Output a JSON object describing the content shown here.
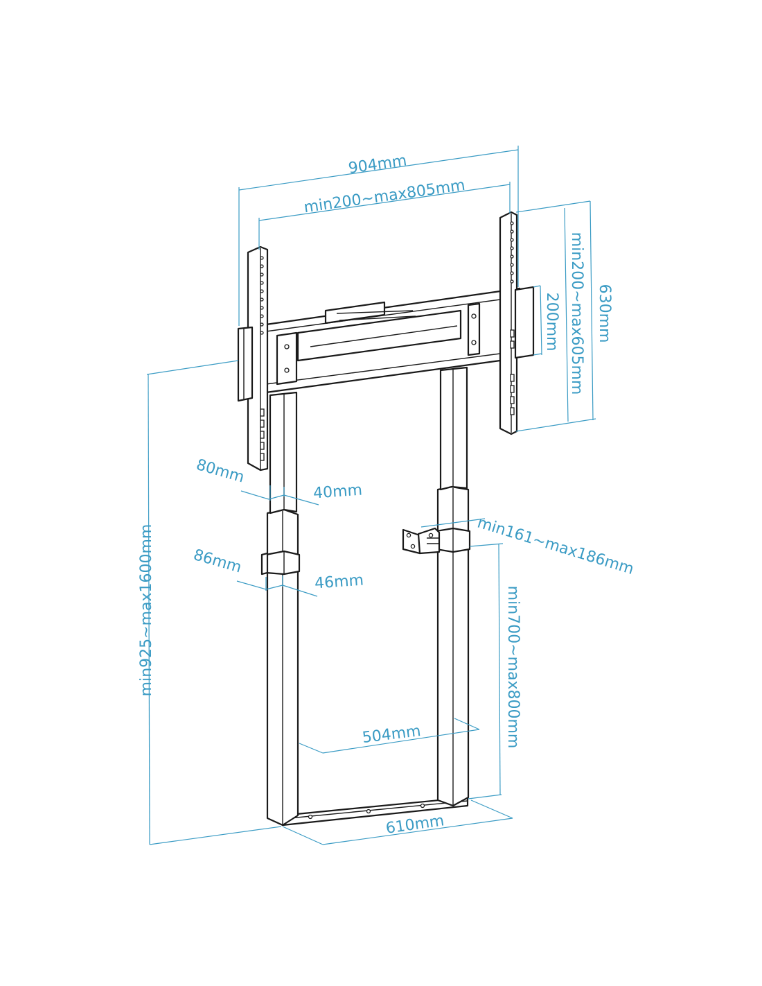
{
  "colors": {
    "dimension": "#3a9bc4",
    "outline": "#1a1a1a",
    "background": "#ffffff"
  },
  "dimensions": {
    "overall_width": "904mm",
    "vesa_width": "min200~max805mm",
    "overall_height": "630mm",
    "vesa_height": "min200~max605mm",
    "crossbar_height": "200mm",
    "upper_column_depth": "80mm",
    "upper_column_width": "40mm",
    "lower_column_depth": "86mm",
    "lower_column_width": "46mm",
    "wall_bracket_distance": "min161~max186mm",
    "bracket_height": "min700~max800mm",
    "mount_height": "min925~max1600mm",
    "inner_width": "504mm",
    "base_width": "610mm"
  }
}
